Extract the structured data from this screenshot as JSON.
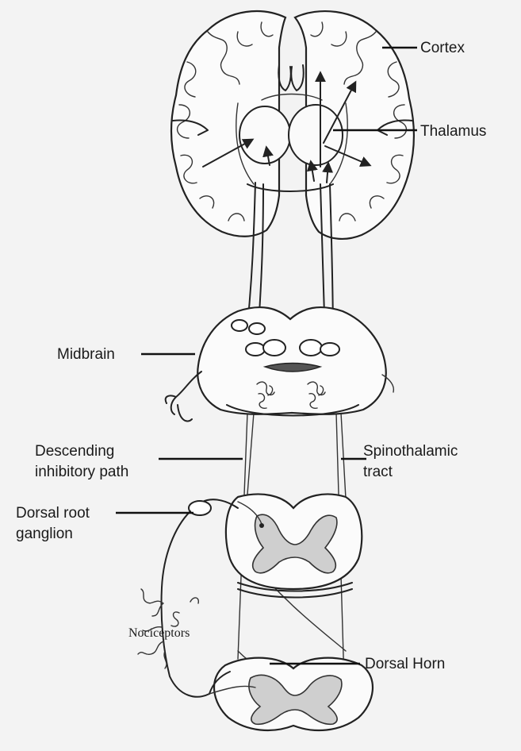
{
  "labels": {
    "cortex": "Cortex",
    "thalamus": "Thalamus",
    "midbrain": "Midbrain",
    "descending_1": "Descending",
    "descending_2": "inhibitory path",
    "spinothalamic_1": "Spinothalamic",
    "spinothalamic_2": "tract",
    "drg_1": "Dorsal root",
    "drg_2": "ganglion",
    "nociceptors": "Nociceptors",
    "dorsal_horn": "Dorsal Horn"
  }
}
